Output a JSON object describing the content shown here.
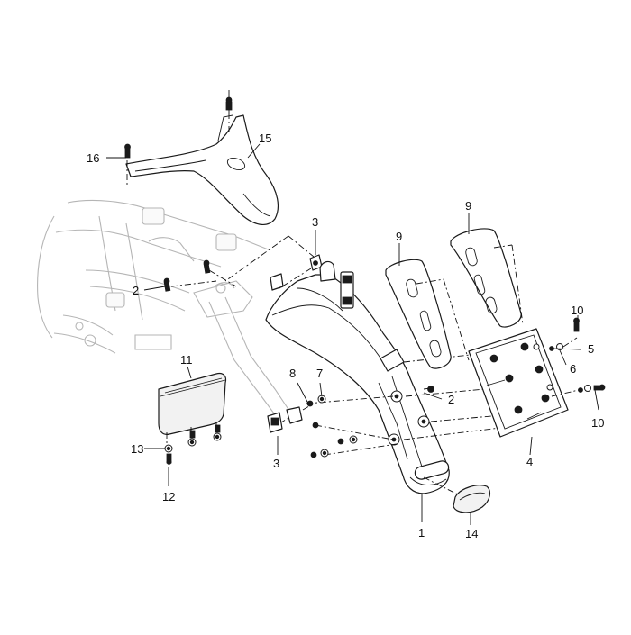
{
  "callouts": {
    "c1": "1",
    "c2a": "2",
    "c2b": "2",
    "c3a": "3",
    "c3b": "3",
    "c4": "4",
    "c5": "5",
    "c6": "6",
    "c7": "7",
    "c8": "8",
    "c9a": "9",
    "c9b": "9",
    "c10a": "10",
    "c10b": "10",
    "c11": "11",
    "c12": "12",
    "c13": "13",
    "c14": "14",
    "c15": "15",
    "c16": "16"
  }
}
